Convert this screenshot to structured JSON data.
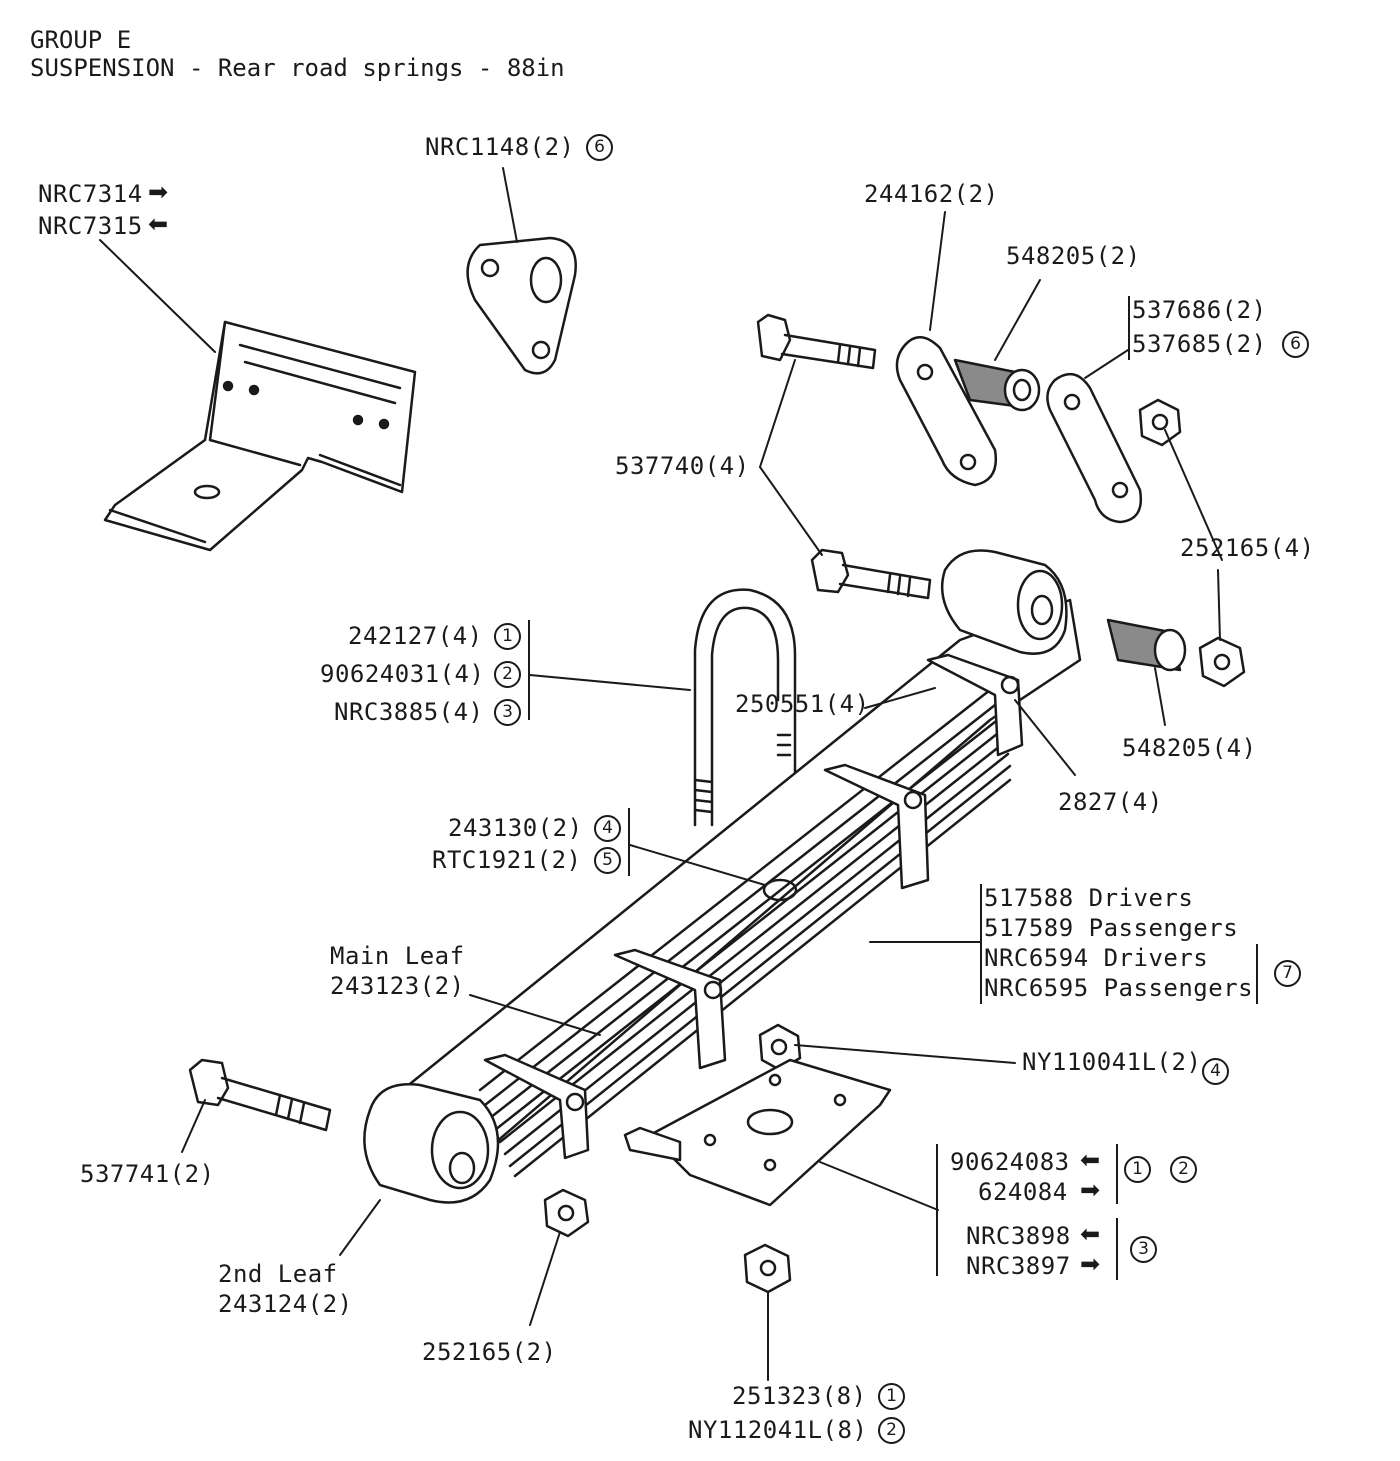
{
  "header": {
    "group": "GROUP E",
    "section": "SUSPENSION - Rear road springs - 88in"
  },
  "labels": {
    "bracket_rh": "NRC7314",
    "bracket_lh": "NRC7315",
    "plate": "NRC1148(2)",
    "plate_note": "6",
    "bush_bolt": "244162(2)",
    "bush_upper": "548205(2)",
    "shackle_a": "537686(2)",
    "shackle_b": "537685(2)",
    "shackle_note": "6",
    "bolt_shackle": "537740(4)",
    "nut_shackle": "252165(4)",
    "ubolt_a": "242127(4)",
    "ubolt_a_note": "1",
    "ubolt_b": "90624031(4)",
    "ubolt_b_note": "2",
    "ubolt_c": "NRC3885(4)",
    "ubolt_c_note": "3",
    "clip_bolt": "250551(4)",
    "bush_lower": "548205(4)",
    "clip_nut": "2827(4)",
    "pad_a": "243130(2)",
    "pad_a_note": "4",
    "pad_b": "RTC1921(2)",
    "pad_b_note": "5",
    "spring_1": "517588 Drivers",
    "spring_2": "517589 Passengers",
    "spring_3": "NRC6594 Drivers",
    "spring_4": "NRC6595 Passengers",
    "spring_note": "7",
    "main_leaf_label": "Main Leaf",
    "main_leaf_part": "243123(2)",
    "nyloc": "NY110041L(2)",
    "nyloc_note": "4",
    "bolt_front": "537741(2)",
    "plate_lh": "90624083",
    "plate_rh": "624084",
    "plate_note_a": "1",
    "plate_note_b": "2",
    "plate3_lh": "NRC3898",
    "plate3_rh": "NRC3897",
    "plate3_note": "3",
    "second_leaf_label": "2nd Leaf",
    "second_leaf_part": "243124(2)",
    "nut_front": "252165(2)",
    "ubolt_nut_a": "251323(8)",
    "ubolt_nut_a_note": "1",
    "ubolt_nut_b": "NY112041L(8)",
    "ubolt_nut_b_note": "2"
  },
  "symbols": {
    "rh_arrow": "➡",
    "lh_arrow": "⬅"
  },
  "colors": {
    "ink": "#1a1a1a",
    "paper": "#ffffff",
    "shade": "#bdbdbd"
  }
}
